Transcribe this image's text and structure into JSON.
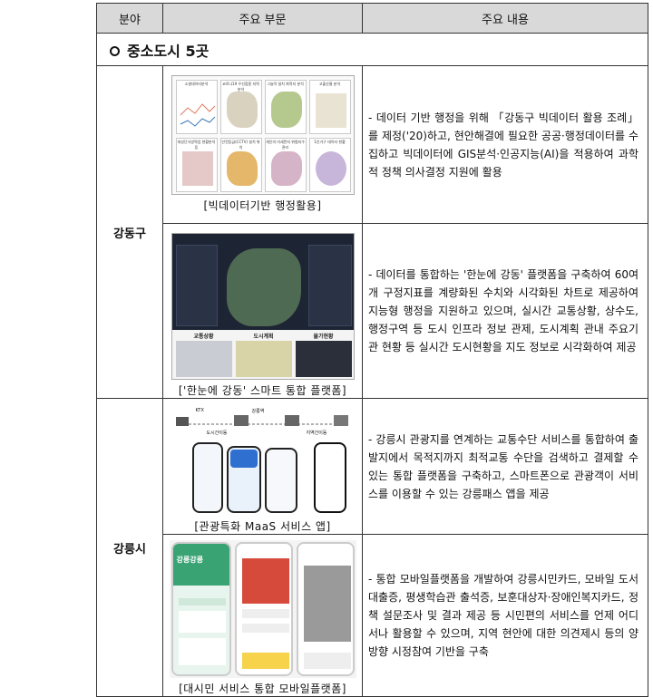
{
  "table": {
    "headers": [
      "분야",
      "주요 부문",
      "주요 내용"
    ],
    "section_title": "중소도시 5곳",
    "rows": [
      {
        "region": "강동구",
        "items": [
          {
            "caption": "[빅데이터기반 행정활용]",
            "thumb_labels": [
              "소셜데이터분석",
              "코로나19 우선접종 지역 분석",
              "그늘막 설치 최적지 분석",
              "고출산율 분석",
              "대성단식방역업 현황분석 등",
              "안전등급(CCTV) 설치 위치",
              "개인의 미세먼지 위험지수 관리",
              "1인가구 데이터 현황"
            ],
            "desc": "- 데이터 기반 행정을 위해 「강동구 빅데이터 활용 조례」를 제정('20)하고, 현안해결에 필요한 공공·행정데이터를 수집하고 빅데이터에 GIS분석·인공지능(AI)을 적용하여 과학적 정책 의사결정 지원에 활용"
          },
          {
            "caption": "['한눈에 강동' 스마트 통합 플랫폼]",
            "thumb_labels": [
              "교통상황",
              "도시계획",
              "물가현황"
            ],
            "desc": "- 데이터를 통합하는 '한눈에 강동' 플랫폼을 구축하여 60여개 구정지표를 계량화된 수치와 시각화된 차트로 제공하여 지능형 행정을 지원하고 있으며, 실시간 교통상황, 상수도, 행정구역 등 도시 인프라 정보 관제, 도시계획 관내 주요기관 현황 등 실시간 도시현황을 지도 정보로 시각화하여 제공"
          }
        ]
      },
      {
        "region": "강릉시",
        "items": [
          {
            "caption": "[관광특화 MaaS 서비스 앱]",
            "thumb_labels": [
              "KTX",
              "도시간이동",
              "지역간이동",
              "강릉역"
            ],
            "desc": "- 강릉시 관광지를 연계하는 교통수단 서비스를 통합하여 출발지에서 목적지까지 최적교통 수단을 검색하고 결제할 수 있는 통합 플랫폼을 구축하고, 스마트폰으로 관광객이 서비스를 이용할 수 있는 강릉패스 앱을 제공"
          },
          {
            "caption": "[대시민 서비스 통합 모바일플랫폼]",
            "thumb_labels": [
              "강릉강릉"
            ],
            "desc": "- 통합 모바일플랫폼을 개발하여 강릉시민카드, 모바일 도서대출증, 평생학습관 출석증, 보훈대상자·장애인복지카드, 정책 설문조사 및 결과 제공 등 시민편의 서비스를 언제 어디서나 활용할 수 있으며, 지역 현안에 대한 의견제시 등의 양방향 시정참여 기반을 구축"
          }
        ]
      }
    ]
  }
}
